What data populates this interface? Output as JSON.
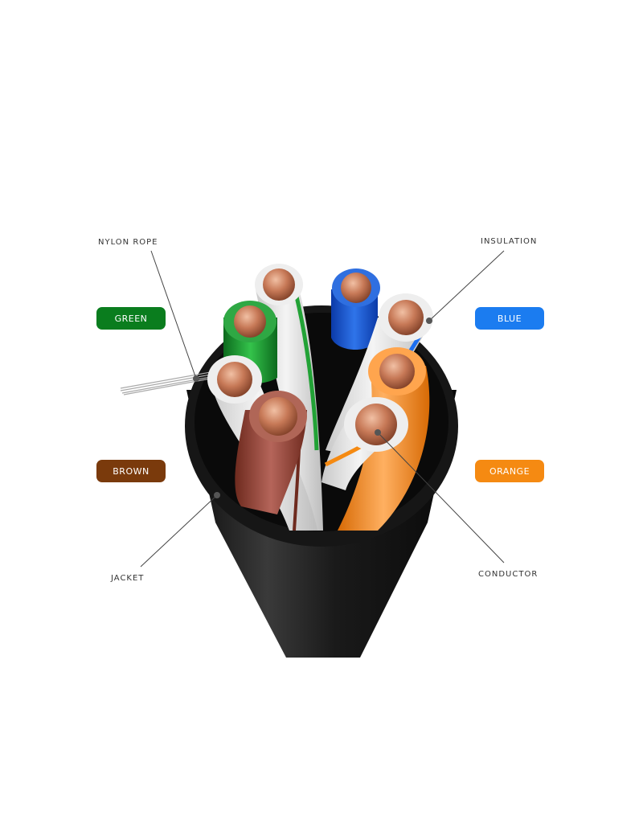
{
  "labels": {
    "nylon_rope": "NYLON ROPE",
    "insulation": "INSULATION",
    "jacket": "JACKET",
    "conductor": "CONDUCTOR"
  },
  "pairs": {
    "green": "GREEN",
    "blue": "BLUE",
    "brown": "BROWN",
    "orange": "ORANGE"
  },
  "colors": {
    "green": "#0a7d1e",
    "blue": "#1b7cf0",
    "brown": "#7a3a0c",
    "orange": "#f58a12",
    "jacket": "#1f1f1f",
    "copper": "#c87a5a"
  }
}
